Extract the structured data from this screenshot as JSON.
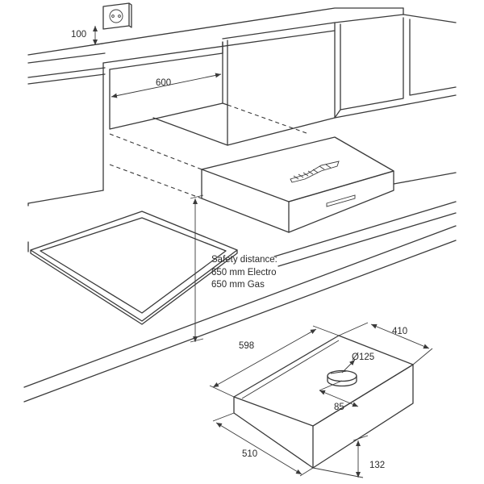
{
  "labels": {
    "socket_height": "100",
    "cabinet_width": "600",
    "safety_title": "Safety distance:",
    "safety_electro": "650 mm Electro",
    "safety_gas": "650 mm Gas",
    "hood_width": "598",
    "hood_depth_top": "410",
    "duct_diameter": "Ø125",
    "duct_offset": "85",
    "hood_depth_bottom": "510",
    "hood_height": "132"
  }
}
